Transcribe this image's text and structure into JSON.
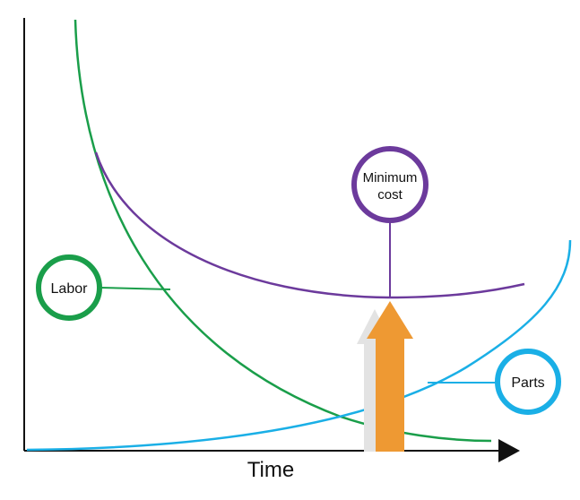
{
  "axes": {
    "x_title": "Time"
  },
  "labels": {
    "labor": "Labor",
    "parts": "Parts",
    "minimum_cost_line1": "Minimum",
    "minimum_cost_line2": "cost"
  },
  "colors": {
    "labor": "#1a9e4a",
    "parts": "#1aafe6",
    "total_cost": "#6c3a9c",
    "arrow": "#ee9933",
    "arrow_shadow": "#e3e3e3",
    "axis": "#111111"
  }
}
